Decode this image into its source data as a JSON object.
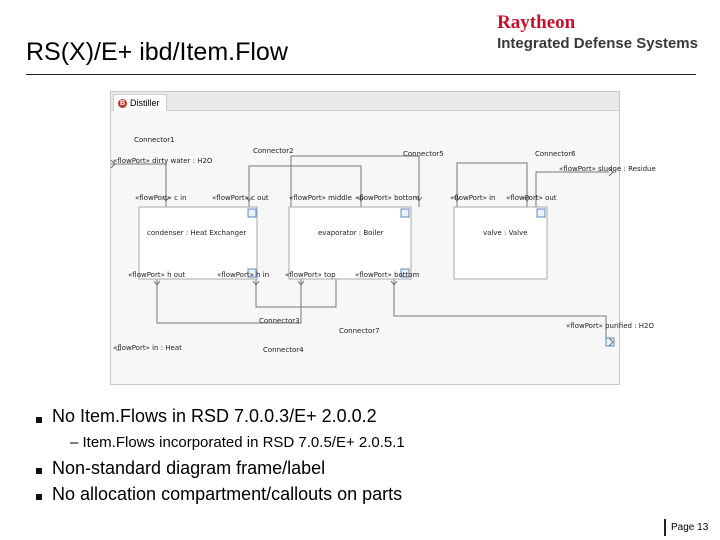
{
  "header": {
    "title": "RS(X)/E+ ibd/Item.Flow",
    "logo_brand": "Raytheon",
    "logo_sub": "Integrated Defense Systems"
  },
  "screenshot": {
    "tab_label": "Distiller",
    "tab_icon": "B",
    "diagram": {
      "connectors": [
        "Connector1",
        "Connector2",
        "Connector5",
        "Connector6",
        "Connector3",
        "Connector7",
        "Connector4"
      ],
      "parts": [
        "condenser : Heat Exchanger",
        "evaporator : Boiler",
        "valve : Valve"
      ],
      "ports": {
        "dirty_water": "«flowPort» dirty water : H2O",
        "sludge": "«flowPort» sludge : Residue",
        "purified": "«flowPort» purified : H2O",
        "heat_in": "«flowPort» in : Heat",
        "cond_c_in": "«flowPort» c in",
        "cond_c_out": "«flowPort» c out",
        "cond_h_out": "«flowPort» h out",
        "cond_h_in": "«flowPort» h in",
        "evap_middle": "«flowPort» middle",
        "evap_bottom": "«flowPort» bottom",
        "evap_top": "«flowPort» top",
        "evap_bottom2": "«flowPort» bottom",
        "valve_in": "«flowPort» in",
        "valve_out": "«flowPort» out"
      }
    }
  },
  "bullets": [
    {
      "text": "No Item.Flows in RSD 7.0.0.3/E+ 2.0.0.2"
    },
    {
      "text": "Non-standard diagram frame/label"
    },
    {
      "text": "No allocation compartment/callouts on parts"
    }
  ],
  "sub_bullet": {
    "text": "– Item.Flows incorporated in RSD 7.0.5/E+ 2.0.5.1"
  },
  "footer": {
    "page": "Page 13"
  }
}
